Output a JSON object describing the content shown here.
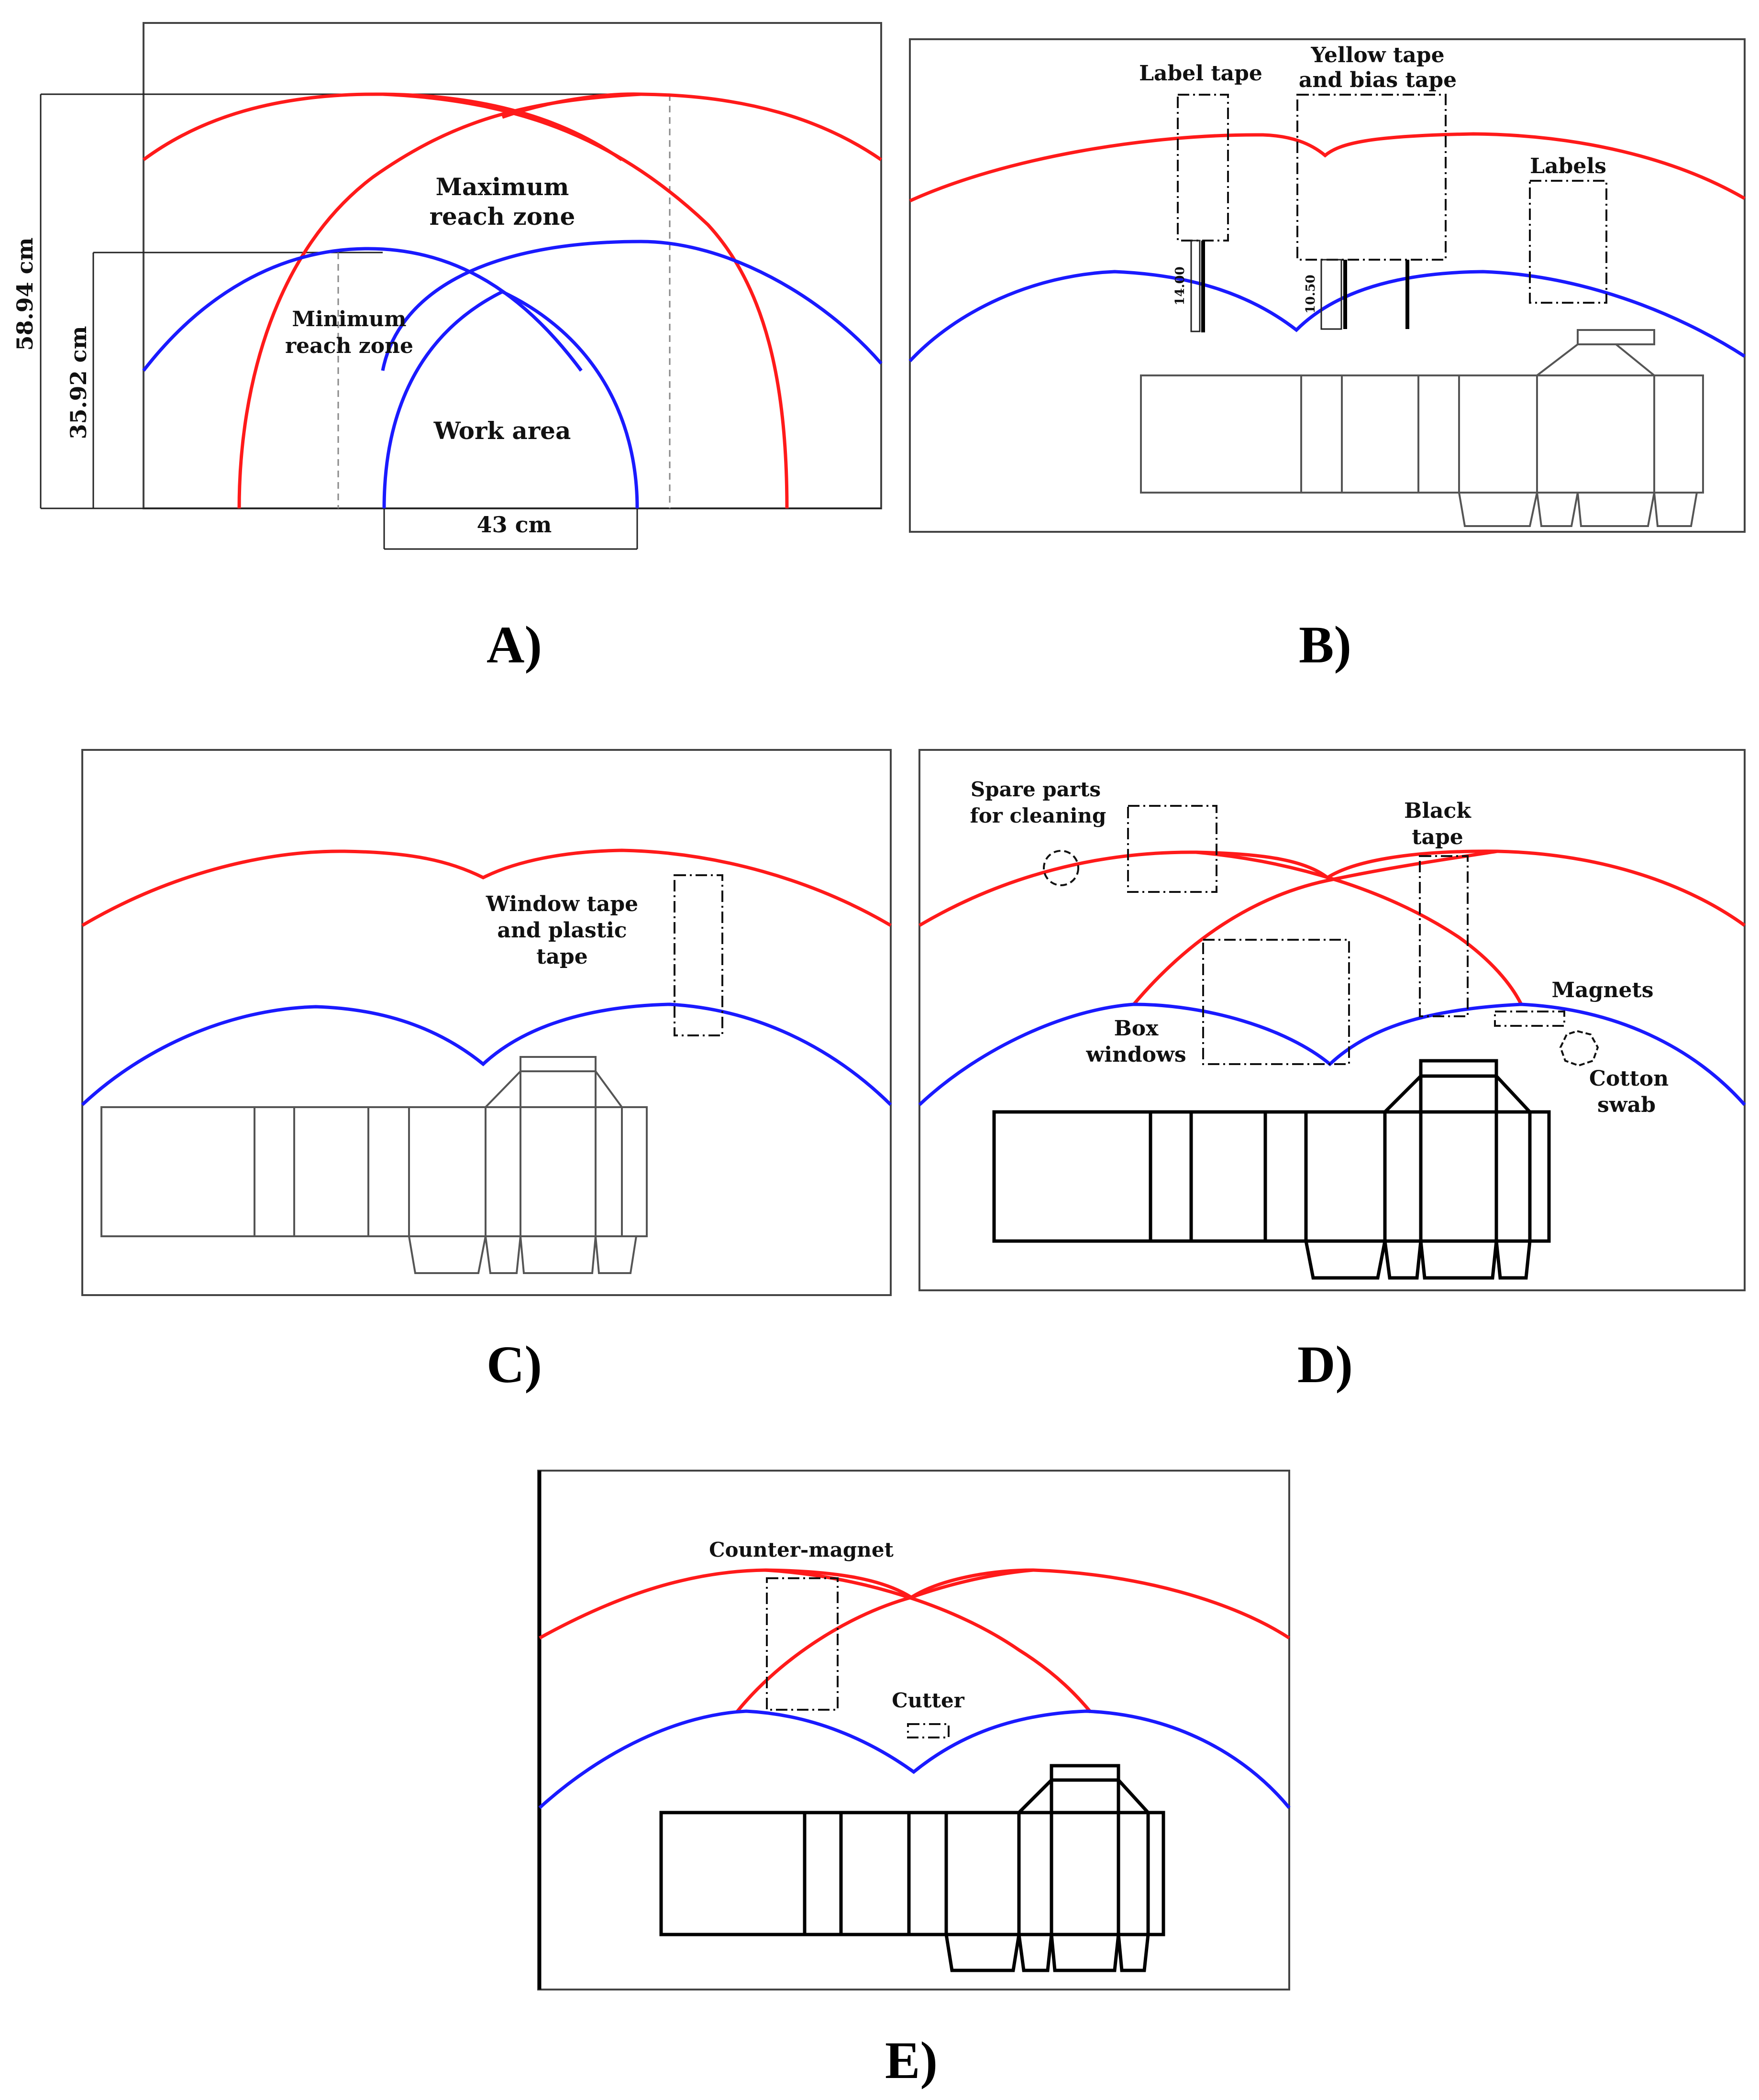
{
  "panels": {
    "a": {
      "letter": "A)",
      "dim_height_max": "58.94 cm",
      "dim_height_min": "35.92 cm",
      "dim_width": "43 cm",
      "max_zone_line1": "Maximum",
      "max_zone_line2": "reach zone",
      "min_zone_line1": "Minimum",
      "min_zone_line2": "reach zone",
      "work_area": "Work area"
    },
    "b": {
      "letter": "B)",
      "label_tape": "Label tape",
      "yellow_tape_line1": "Yellow tape",
      "yellow_tape_line2": "and bias tape",
      "labels": "Labels",
      "dim_1400": "14.00",
      "dim_1050": "10.50"
    },
    "c": {
      "letter": "C)",
      "window_tape_line1": "Window tape",
      "window_tape_line2": "and plastic",
      "window_tape_line3": "tape"
    },
    "d": {
      "letter": "D)",
      "spare_parts_line1": "Spare parts",
      "spare_parts_line2": "for cleaning",
      "black_tape_line1": "Black",
      "black_tape_line2": "tape",
      "magnets": "Magnets",
      "box_windows_line1": "Box",
      "box_windows_line2": "windows",
      "cotton_swab_line1": "Cotton",
      "cotton_swab_line2": "swab"
    },
    "e": {
      "letter": "E)",
      "counter_magnet": "Counter-magnet",
      "cutter": "Cutter"
    }
  },
  "colors": {
    "max_reach": "#ff1a1a",
    "min_reach": "#1a1aff",
    "outline": "#000000"
  }
}
